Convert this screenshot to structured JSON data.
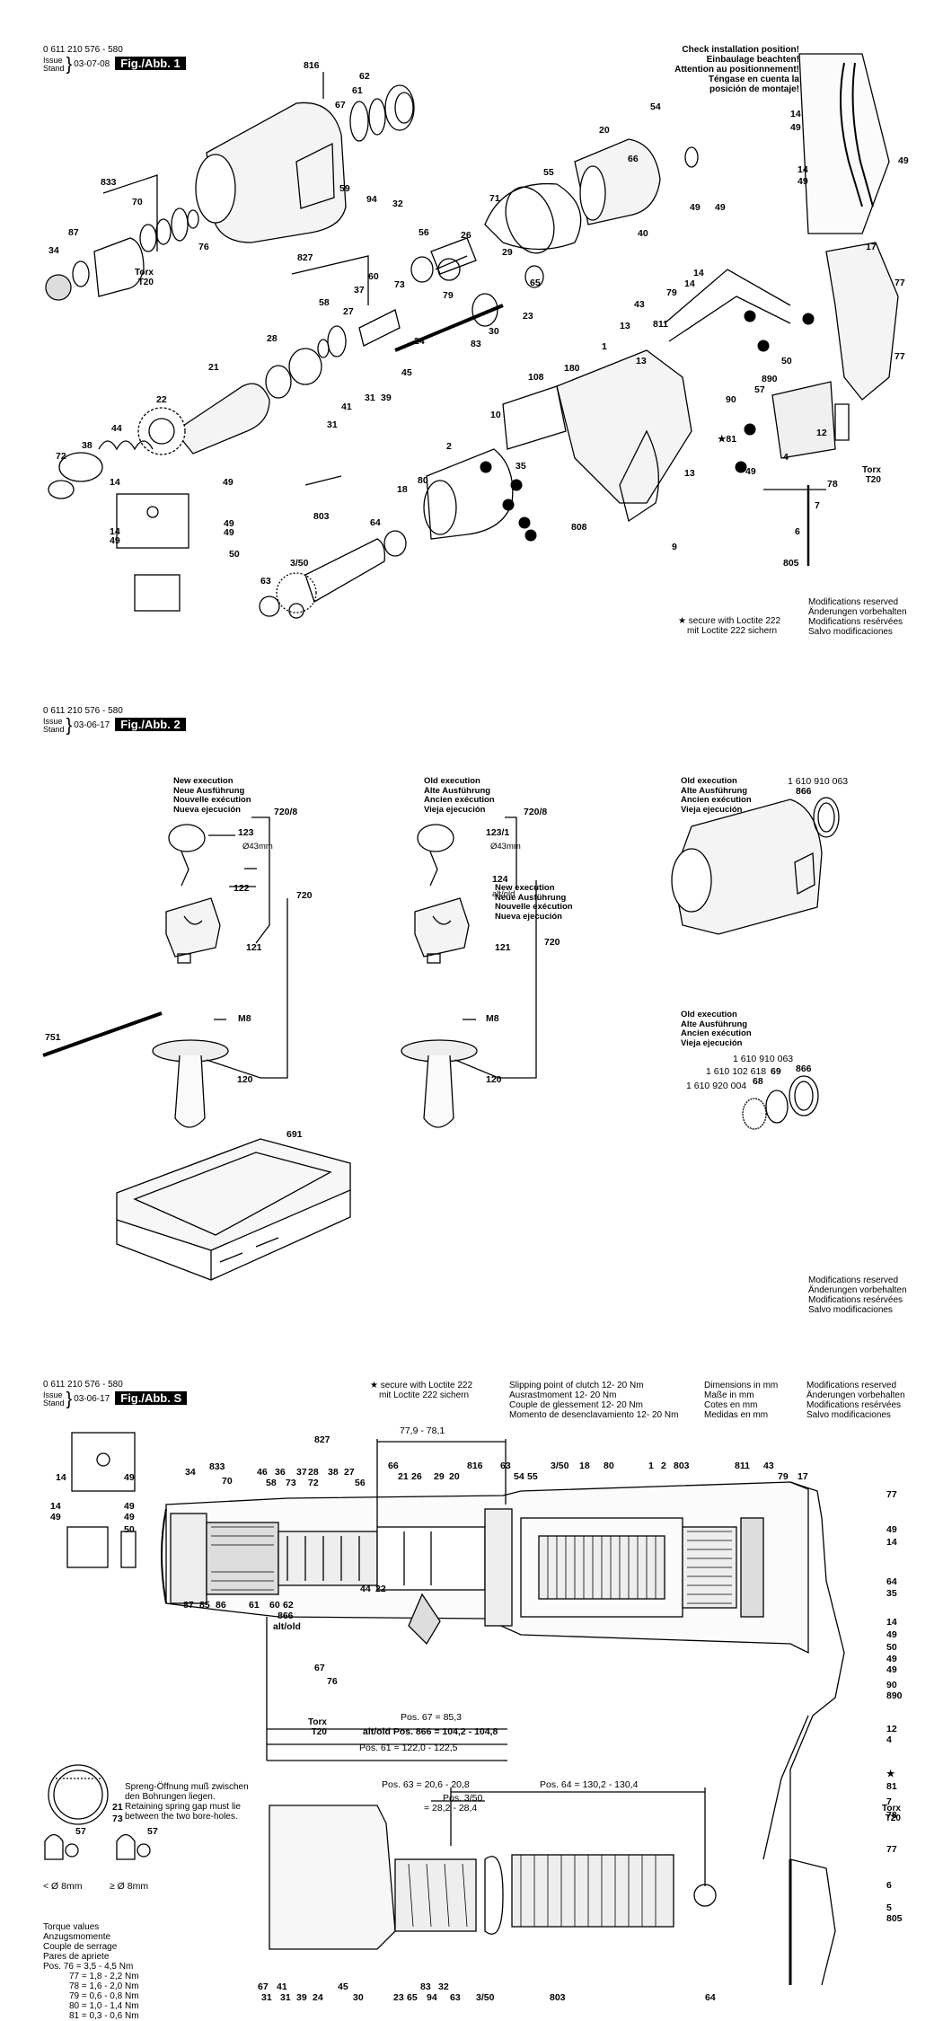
{
  "sheets": [
    {
      "part_number": "0 611 210 576 - 580",
      "issue_label": "Issue",
      "stand_label": "Stand",
      "date": "03-07-08",
      "figure": "Fig./Abb. 1",
      "install_note": [
        "Check installation position!",
        "Einbaulage beachten!",
        "Attention au positionnement!",
        "Téngase en cuenta la",
        "posición de montaje!"
      ],
      "loctite_note": [
        "★ secure with Loctite 222",
        "mit Loctite 222 sichern"
      ],
      "modifications": [
        "Modifications reserved",
        "Änderungen vorbehalten",
        "Modifications resérvées",
        "Salvo modificaciones"
      ],
      "torx": [
        "Torx",
        "T20"
      ]
    },
    {
      "part_number": "0 611 210 576 - 580",
      "issue_label": "Issue",
      "stand_label": "Stand",
      "date": "03-06-17",
      "figure": "Fig./Abb. 2",
      "new_execution": [
        "New execution",
        "Neue Ausführung",
        "Nouvelle exécution",
        "Nueva ejecución"
      ],
      "old_execution": [
        "Old execution",
        "Alte Ausführung",
        "Ancien exécution",
        "Vieja ejecución"
      ],
      "part_codes": [
        "1 610 910 063",
        "1 610 102 618",
        "1 610 920 004"
      ],
      "diameter": "Ø43mm",
      "alt_old": "alt/old",
      "modifications": [
        "Modifications reserved",
        "Änderungen vorbehalten",
        "Modifications resérvées",
        "Salvo modificaciones"
      ]
    },
    {
      "part_number": "0 611 210 576 - 580",
      "issue_label": "Issue",
      "stand_label": "Stand",
      "date": "03-06-17",
      "figure": "Fig./Abb. S",
      "loctite_note": [
        "★ secure with Loctite 222",
        "mit Loctite 222 sichern"
      ],
      "clutch_note": [
        "Slipping point of clutch 12- 20 Nm",
        "Ausrastmoment 12- 20 Nm",
        "Couple de glessement 12- 20 Nm",
        "Momento de desenclavamiento 12- 20 Nm"
      ],
      "dims_note": [
        "Dimensions in mm",
        "Maße in mm",
        "Cotes en mm",
        "Medidas en mm"
      ],
      "modifications": [
        "Modifications reserved",
        "Änderungen vorbehalten",
        "Modifications resérvées",
        "Salvo modificaciones"
      ],
      "spring_note": [
        "Spreng-Öffnung muß zwischen",
        "den Bohrungen liegen.",
        "Retaining spring gap must lie",
        "between the two bore-holes."
      ],
      "torque_title": [
        "Torque values",
        "Anzugsmomente",
        "Couple de serrage",
        "Pares de apriete"
      ],
      "torque_values": [
        "Pos. 76 = 3,5 - 4,5 Nm",
        "77 = 1,8 - 2,2 Nm",
        "78 = 1,6 - 2,0 Nm",
        "79 = 0,6 - 0,8 Nm",
        "80 = 1,0 - 1,4 Nm",
        "81 = 0,3 - 0,6 Nm"
      ],
      "dim_77": "77,9 - 78,1",
      "pos_67": "Pos. 67 = 85,3",
      "pos_866": "alt/old Pos. 866 = 104,2 - 104,8",
      "pos_61": "Pos. 61 = 122,0 - 122,5",
      "pos_63": "Pos. 63 = 20,6 - 20,8",
      "pos_350": "Pos. 3/50",
      "pos_350_val": "= 28,2 - 28,4",
      "pos_64": "Pos. 64 = 130,2 - 130,4",
      "dia_small": "< Ø 8mm",
      "dia_large": "≥ Ø 8mm",
      "torx": [
        "Torx",
        "T20"
      ]
    }
  ]
}
